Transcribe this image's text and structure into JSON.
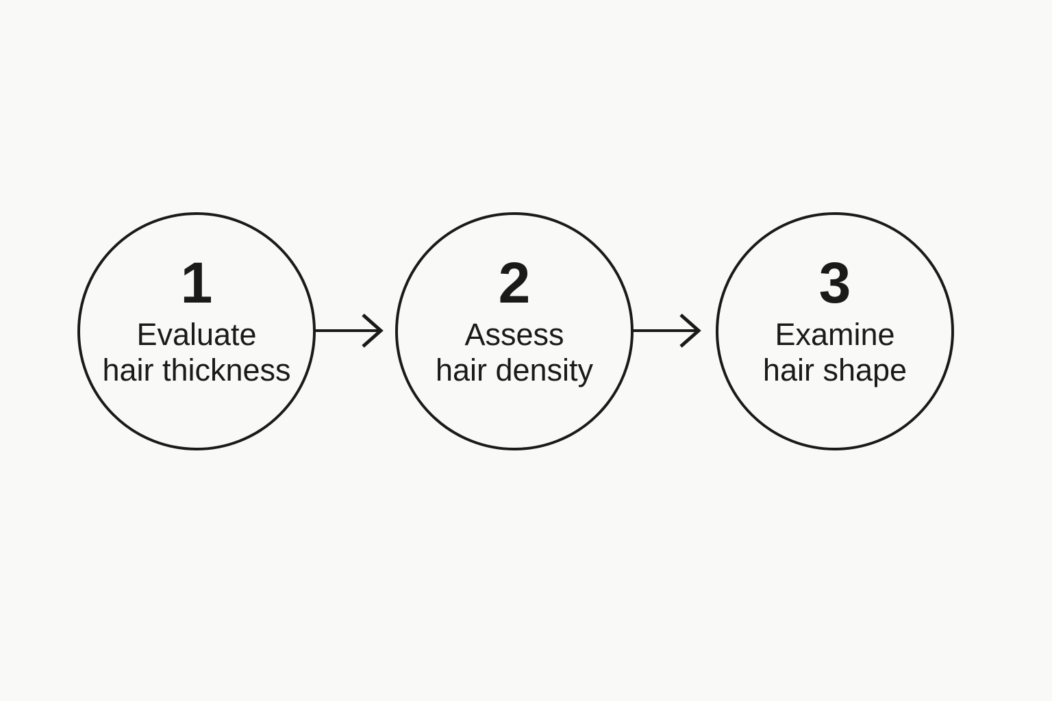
{
  "theme": {
    "background": "#f9f9f8",
    "ink": "#1a1a1a"
  },
  "diagram": {
    "type": "process-flow",
    "direction": "left-to-right",
    "steps": [
      {
        "number": "1",
        "label": "Evaluate\nhair thickness"
      },
      {
        "number": "2",
        "label": "Assess\nhair density"
      },
      {
        "number": "3",
        "label": "Examine\nhair shape"
      }
    ],
    "connectors": [
      {
        "icon": "arrow-right",
        "from": "1",
        "to": "2"
      },
      {
        "icon": "arrow-right",
        "from": "2",
        "to": "3"
      }
    ]
  }
}
